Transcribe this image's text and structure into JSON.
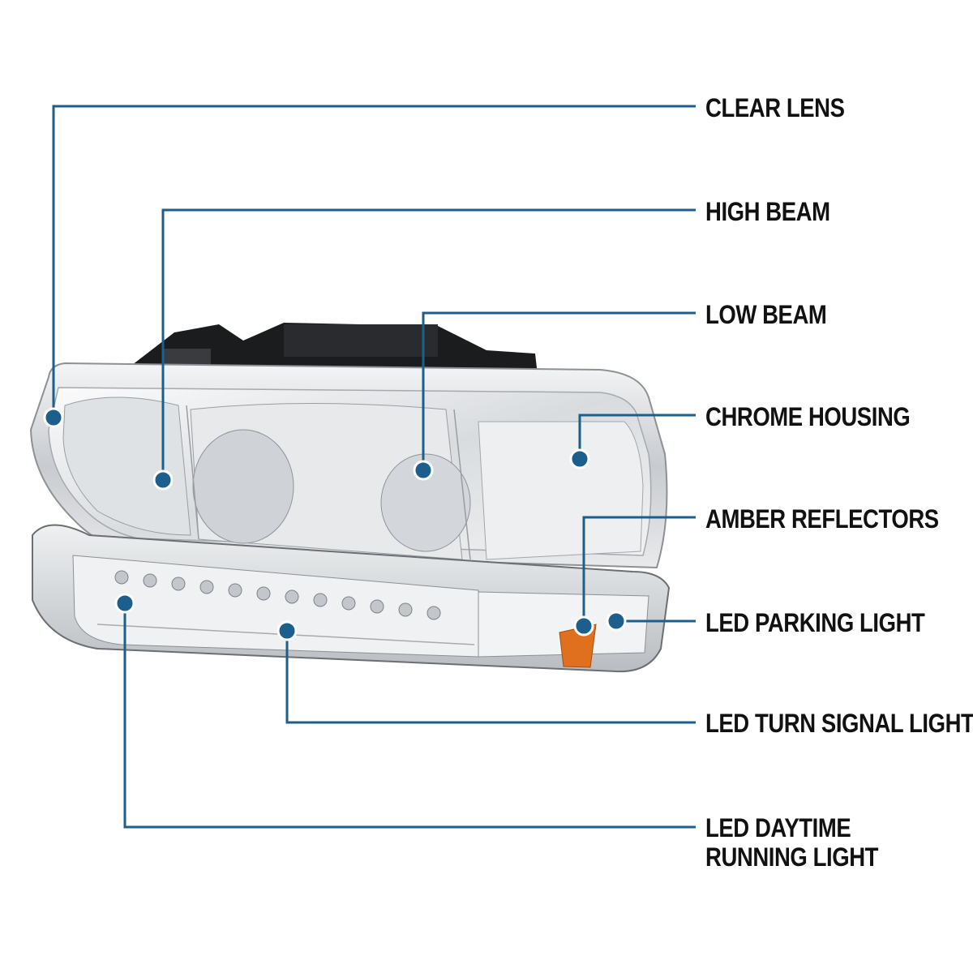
{
  "colors": {
    "leader_line": "#1d5f8c",
    "dot": "#1d5f8c",
    "dot_ring": "#ffffff",
    "label_text": "#111111",
    "amber": "#e0701e",
    "chrome": "#c9ccd0"
  },
  "callouts": {
    "clear_lens": "CLEAR LENS",
    "high_beam": "HIGH BEAM",
    "low_beam": "LOW BEAM",
    "chrome_housing": "CHROME HOUSING",
    "amber_reflectors": "AMBER REFLECTORS",
    "led_parking_light": "LED PARKING LIGHT",
    "led_turn_signal_light": "LED TURN SIGNAL LIGHT",
    "led_daytime_running_light": "LED DAYTIME RUNNING LIGHT"
  }
}
